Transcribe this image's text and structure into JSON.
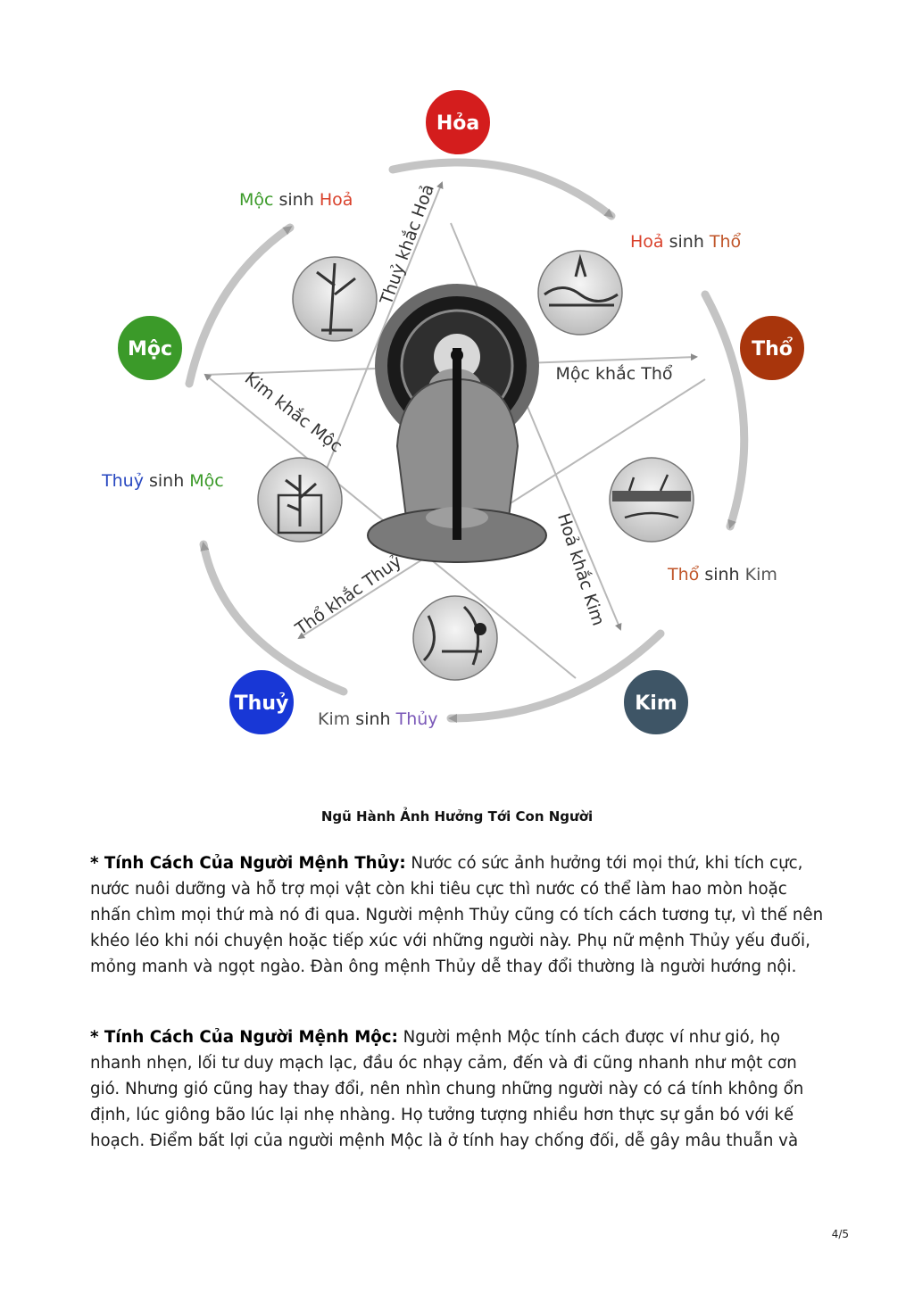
{
  "diagram": {
    "elements": [
      {
        "name": "hoa",
        "label": "Hỏa",
        "color": "#d41d1d"
      },
      {
        "name": "tho",
        "label": "Thổ",
        "color": "#a8350c"
      },
      {
        "name": "kim",
        "label": "Kim",
        "color": "#3e5566"
      },
      {
        "name": "thuy",
        "label": "Thuỷ",
        "color": "#1837d6"
      },
      {
        "name": "moc",
        "label": "Mộc",
        "color": "#3b9a29"
      }
    ],
    "sinh": [
      {
        "name": "moc-sinh-hoa",
        "a": "Mộc",
        "a_color": "#3b9a29",
        "mid": " sinh ",
        "b": "Hoả",
        "b_color": "#d9412b"
      },
      {
        "name": "hoa-sinh-tho",
        "a": "Hoả",
        "a_color": "#d9412b",
        "mid": " sinh ",
        "b": "Thổ",
        "b_color": "#c0562a"
      },
      {
        "name": "tho-sinh-kim",
        "a": "Thổ",
        "a_color": "#c0562a",
        "mid": " sinh ",
        "b": "Kim",
        "b_color": "#555555"
      },
      {
        "name": "kim-sinh-thuy",
        "a": "Kim",
        "a_color": "#555555",
        "mid": " sinh ",
        "b": "Thủy",
        "b_color": "#7a58b8"
      },
      {
        "name": "thuy-sinh-moc",
        "a": "Thuỷ",
        "a_color": "#2747c0",
        "mid": " sinh ",
        "b": "Mộc",
        "b_color": "#3b9a29"
      }
    ],
    "khac": [
      {
        "name": "thuy-khac-hoa",
        "label": "Thuỷ khắc Hoả"
      },
      {
        "name": "moc-khac-tho",
        "label": "Mộc khắc Thổ"
      },
      {
        "name": "hoa-khac-kim",
        "label": "Hoả khắc Kim"
      },
      {
        "name": "tho-khac-thuy",
        "label": "Thổ khắc Thuỷ"
      },
      {
        "name": "kim-khac-moc",
        "label": "Kim khắc Mộc"
      }
    ],
    "colors": {
      "arrow": "#a8a8a8",
      "text_gray": "#333333"
    },
    "icons": [
      "meditating-figure-icon",
      "tree-vignette-icon",
      "landscape-vignette-icon",
      "soil-vignette-icon",
      "metal-vignette-icon",
      "plant-in-water-icon"
    ]
  },
  "caption": "Ngũ Hành Ảnh Hưởng Tới Con Người",
  "paragraphs": [
    {
      "heading": "* Tính Cách Của Người Mệnh Thủy:",
      "text": " Nước có sức ảnh hưởng tới mọi thứ, khi tích cực, nước nuôi dưỡng và hỗ trợ mọi vật còn khi tiêu cực thì nước có thể làm hao mòn hoặc nhấn chìm mọi thứ mà nó đi qua. Người mệnh Thủy cũng có tích cách tương tự, vì thế nên khéo léo khi nói chuyện hoặc tiếp xúc với những người này. Phụ nữ mệnh Thủy yếu đuối, mỏng manh và ngọt ngào. Đàn ông mệnh Thủy dễ thay đổi thường là người hướng nội."
    },
    {
      "heading": "* Tính Cách Của Người Mệnh Mộc:",
      "text": " Người mệnh Mộc tính cách được ví như gió, họ nhanh nhẹn, lối tư duy mạch lạc, đầu óc nhạy cảm, đến và đi cũng nhanh như một cơn gió. Nhưng gió cũng hay thay đổi, nên nhìn chung những người này có cá tính không ổn định, lúc giông bão lúc lại nhẹ nhàng. Họ tưởng tượng nhiều hơn thực sự gắn bó với kế hoạch. Điểm bất lợi của người mệnh Mộc là ở tính hay chống đối, dễ gây mâu thuẫn và"
    }
  ],
  "page_number": "4/5"
}
